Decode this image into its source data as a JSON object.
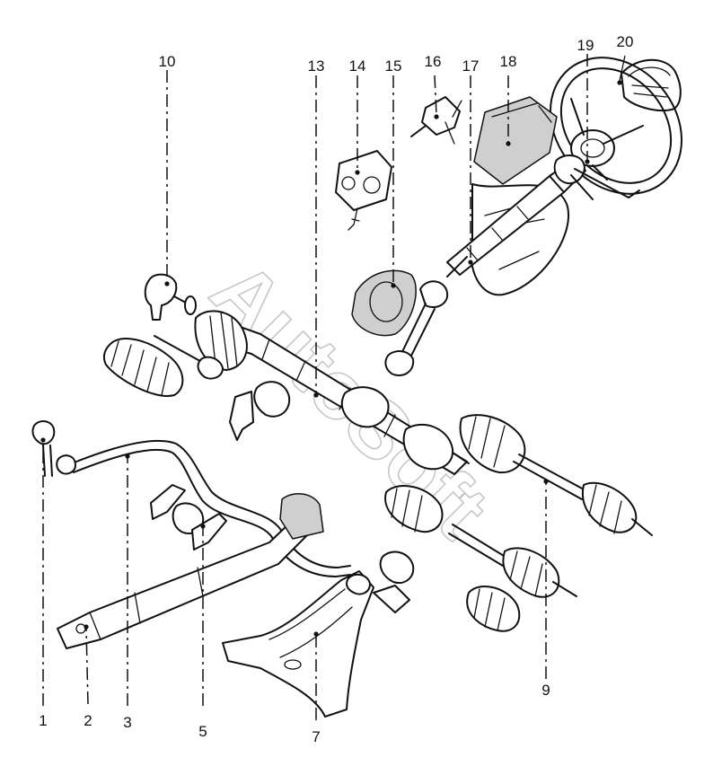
{
  "diagram": {
    "callouts": {
      "c1": "1",
      "c2": "2",
      "c3": "3",
      "c5": "5",
      "c7": "7",
      "c9": "9",
      "c10": "10",
      "c13": "13",
      "c14": "14",
      "c15": "15",
      "c16": "16",
      "c17": "17",
      "c18": "18",
      "c19": "19",
      "c20": "20"
    },
    "watermark": "AutoSoft"
  }
}
